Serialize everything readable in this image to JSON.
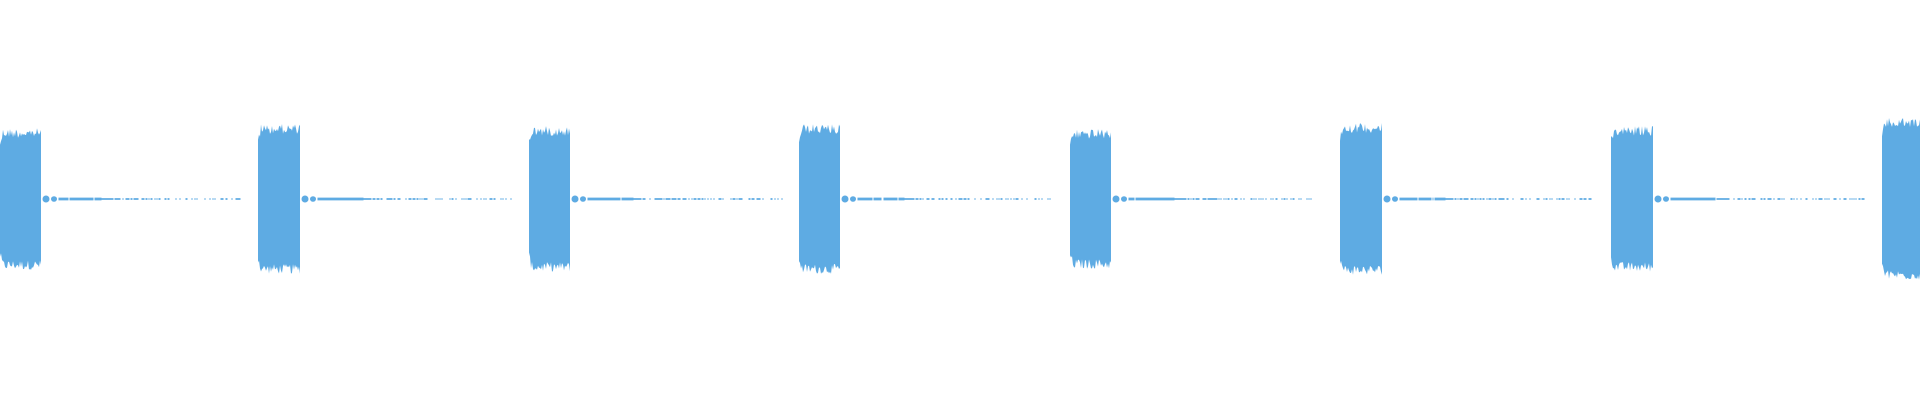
{
  "waveform": {
    "color": "#5eabe3",
    "background": "#ffffff",
    "burst_count": 8,
    "burst_shape": "dense-noise-block",
    "tail_shape": "decaying-low-level-noise"
  }
}
